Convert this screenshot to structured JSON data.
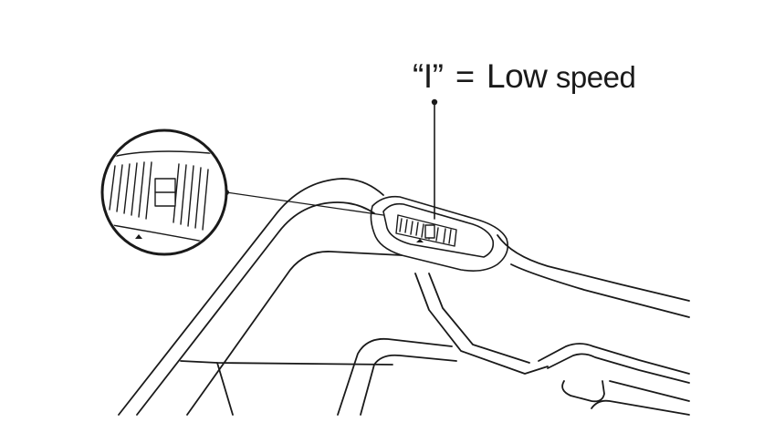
{
  "callout": {
    "symbol": "“I”",
    "equals": "=",
    "low": "Low",
    "speed": "speed"
  },
  "colors": {
    "line": "#1a1a1a",
    "background": "#ffffff"
  },
  "icons": {
    "magnifier": "zoom-circle-inset",
    "switch": "speed-selector-switch"
  }
}
